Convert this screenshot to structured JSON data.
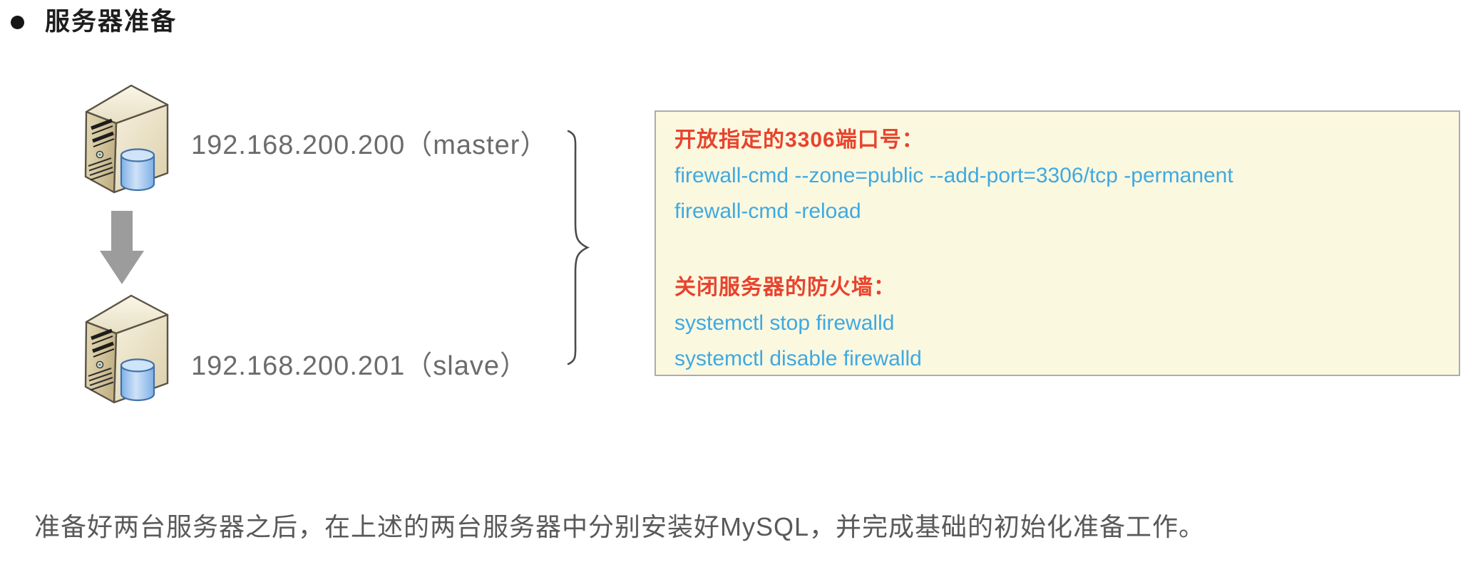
{
  "title": {
    "text": "服务器准备"
  },
  "servers": [
    {
      "label": "192.168.200.200（master）",
      "role": "master"
    },
    {
      "label": "192.168.200.201（slave）",
      "role": "slave"
    }
  ],
  "info_box": {
    "sections": [
      {
        "heading": "开放指定的3306端口号：",
        "commands": [
          "firewall-cmd --zone=public --add-port=3306/tcp -permanent",
          "firewall-cmd -reload"
        ]
      },
      {
        "heading": "关闭服务器的防火墙：",
        "commands": [
          "systemctl stop firewalld",
          "systemctl disable firewalld"
        ]
      }
    ]
  },
  "footer": {
    "text": "准备好两台服务器之后，在上述的两台服务器中分别安装好MySQL，并完成基础的初始化准备工作。"
  },
  "palette": {
    "heading_red": "#e8432d",
    "command_blue": "#3fa9e0",
    "box_background": "#fbf8e0",
    "box_border": "#acacac",
    "label_gray": "#6b6b6b",
    "arrow_gray": "#9c9c9c"
  }
}
